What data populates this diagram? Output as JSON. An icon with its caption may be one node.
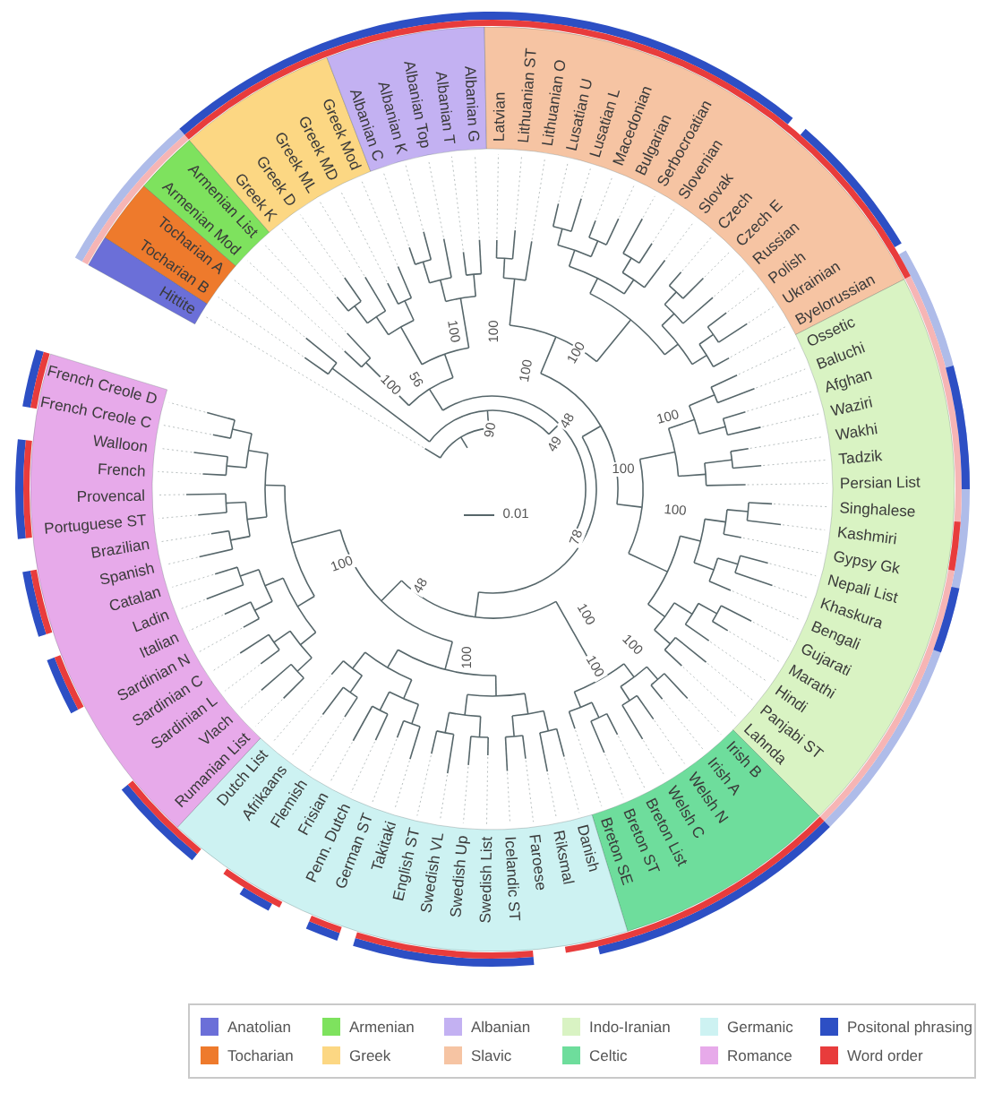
{
  "diagram": {
    "nodes": [
      {
        "text": [
          "Hittite"
        ]
      },
      {
        "text": [
          "Tocharian B",
          "Tocharian A"
        ]
      },
      {
        "text": [
          "Armenian Mod",
          "Armenian List"
        ]
      },
      {
        "text": [
          "Greek K",
          "Greek D",
          "Greek ML",
          "Greek MD",
          "Greek Mod"
        ]
      },
      {
        "text": [
          "Albanian C",
          "Albanian K",
          "Albanian Top",
          "Albanian T",
          "Albanian G"
        ]
      },
      {
        "text": [
          "Latvian",
          "Lithuanian ST",
          "Lithuanian O",
          "Lusatian U",
          "Lusatian L",
          "Macedonian",
          "Bulgarian",
          "Serbocroatian",
          "Slovenian",
          "Slovak",
          "Czech",
          "Czech E",
          "Russian",
          "Polish",
          "Ukrainian",
          "Byelorussian"
        ]
      },
      {
        "text": [
          "Ossetic",
          "Baluchi",
          "Afghan",
          "Waziri",
          "Wakhi",
          "Tadzik",
          "Persian List",
          "Singhalese",
          "Kashmiri",
          "Gypsy Gk",
          "Nepali List",
          "Khaskura",
          "Bengali",
          "Gujarati",
          "Marathi",
          "Hindi",
          "Panjabi ST",
          "Lahnda"
        ]
      },
      {
        "text": [
          "Irish B",
          "Irish A",
          "Welsh N",
          "Welsh C",
          "Breton List",
          "Breton ST",
          "Breton SE"
        ]
      },
      {
        "text": [
          "Danish",
          "Riksmal",
          "Faroese",
          "Icelandic ST",
          "Swedish List",
          "Swedish Up",
          "Swedish VL",
          "English ST",
          "Takitaki",
          "German ST",
          "Penn. Dutch",
          "Frisian",
          "Flemish",
          "Afrikaans",
          "Dutch List"
        ]
      },
      {
        "text": [
          "Rumanian List",
          "Vlach",
          "Sardinian L",
          "Sardinian C",
          "Sardinian N",
          "Italian",
          "Ladin",
          "Catalan",
          "Spanish",
          "Brazilian",
          "Portuguese ST",
          "Provencal",
          "French",
          "Walloon",
          "French Creole C",
          "French Creole D"
        ]
      }
    ],
    "labels": [
      "100",
      "100",
      "100",
      "100",
      "56",
      "100",
      "100",
      "48",
      "90",
      "49",
      "100",
      "100",
      "0.01",
      "78",
      "100",
      "48",
      "100",
      "100",
      "100",
      "100"
    ],
    "legend": [
      {
        "text": "Anatolian",
        "color": "#6b6fd8"
      },
      {
        "text": "Armenian",
        "color": "#7ee25e"
      },
      {
        "text": "Albanian",
        "color": "#c3b1f2"
      },
      {
        "text": "Indo-Iranian",
        "color": "#d9f3c3"
      },
      {
        "text": "Germanic",
        "color": "#cdf2f2"
      },
      {
        "text": "Positonal phrasing",
        "color": "#2d4fc4"
      },
      {
        "text": "Tocharian",
        "color": "#ee7a2c"
      },
      {
        "text": "Greek",
        "color": "#fcd783"
      },
      {
        "text": "Slavic",
        "color": "#f6c4a3"
      },
      {
        "text": "Celtic",
        "color": "#6edd9c"
      },
      {
        "text": "Romance",
        "color": "#e7aaea"
      },
      {
        "text": "Word order",
        "color": "#e83c3c"
      }
    ]
  }
}
